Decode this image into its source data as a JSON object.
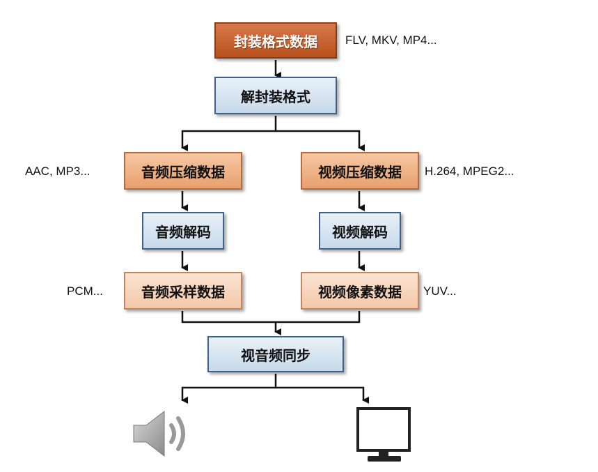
{
  "nodes": {
    "container_data": "封装格式数据",
    "demux": "解封装格式",
    "audio_compressed": "音频压缩数据",
    "video_compressed": "视频压缩数据",
    "audio_decode": "音频解码",
    "video_decode": "视频解码",
    "audio_samples": "音频采样数据",
    "video_pixels": "视频像素数据",
    "av_sync": "视音频同步"
  },
  "labels": {
    "container_formats": "FLV, MKV, MP4...",
    "audio_codecs": "AAC, MP3...",
    "video_codecs": "H.264, MPEG2...",
    "audio_raw": "PCM...",
    "video_raw": "YUV..."
  },
  "icons": {
    "output_audio": "speaker-icon",
    "output_video": "monitor-icon"
  },
  "colors": {
    "container_fill": "#c4622e",
    "process_fill": "#d4e3f1",
    "compressed_fill": "#f0b285",
    "raw_fill": "#f8d8c0"
  }
}
